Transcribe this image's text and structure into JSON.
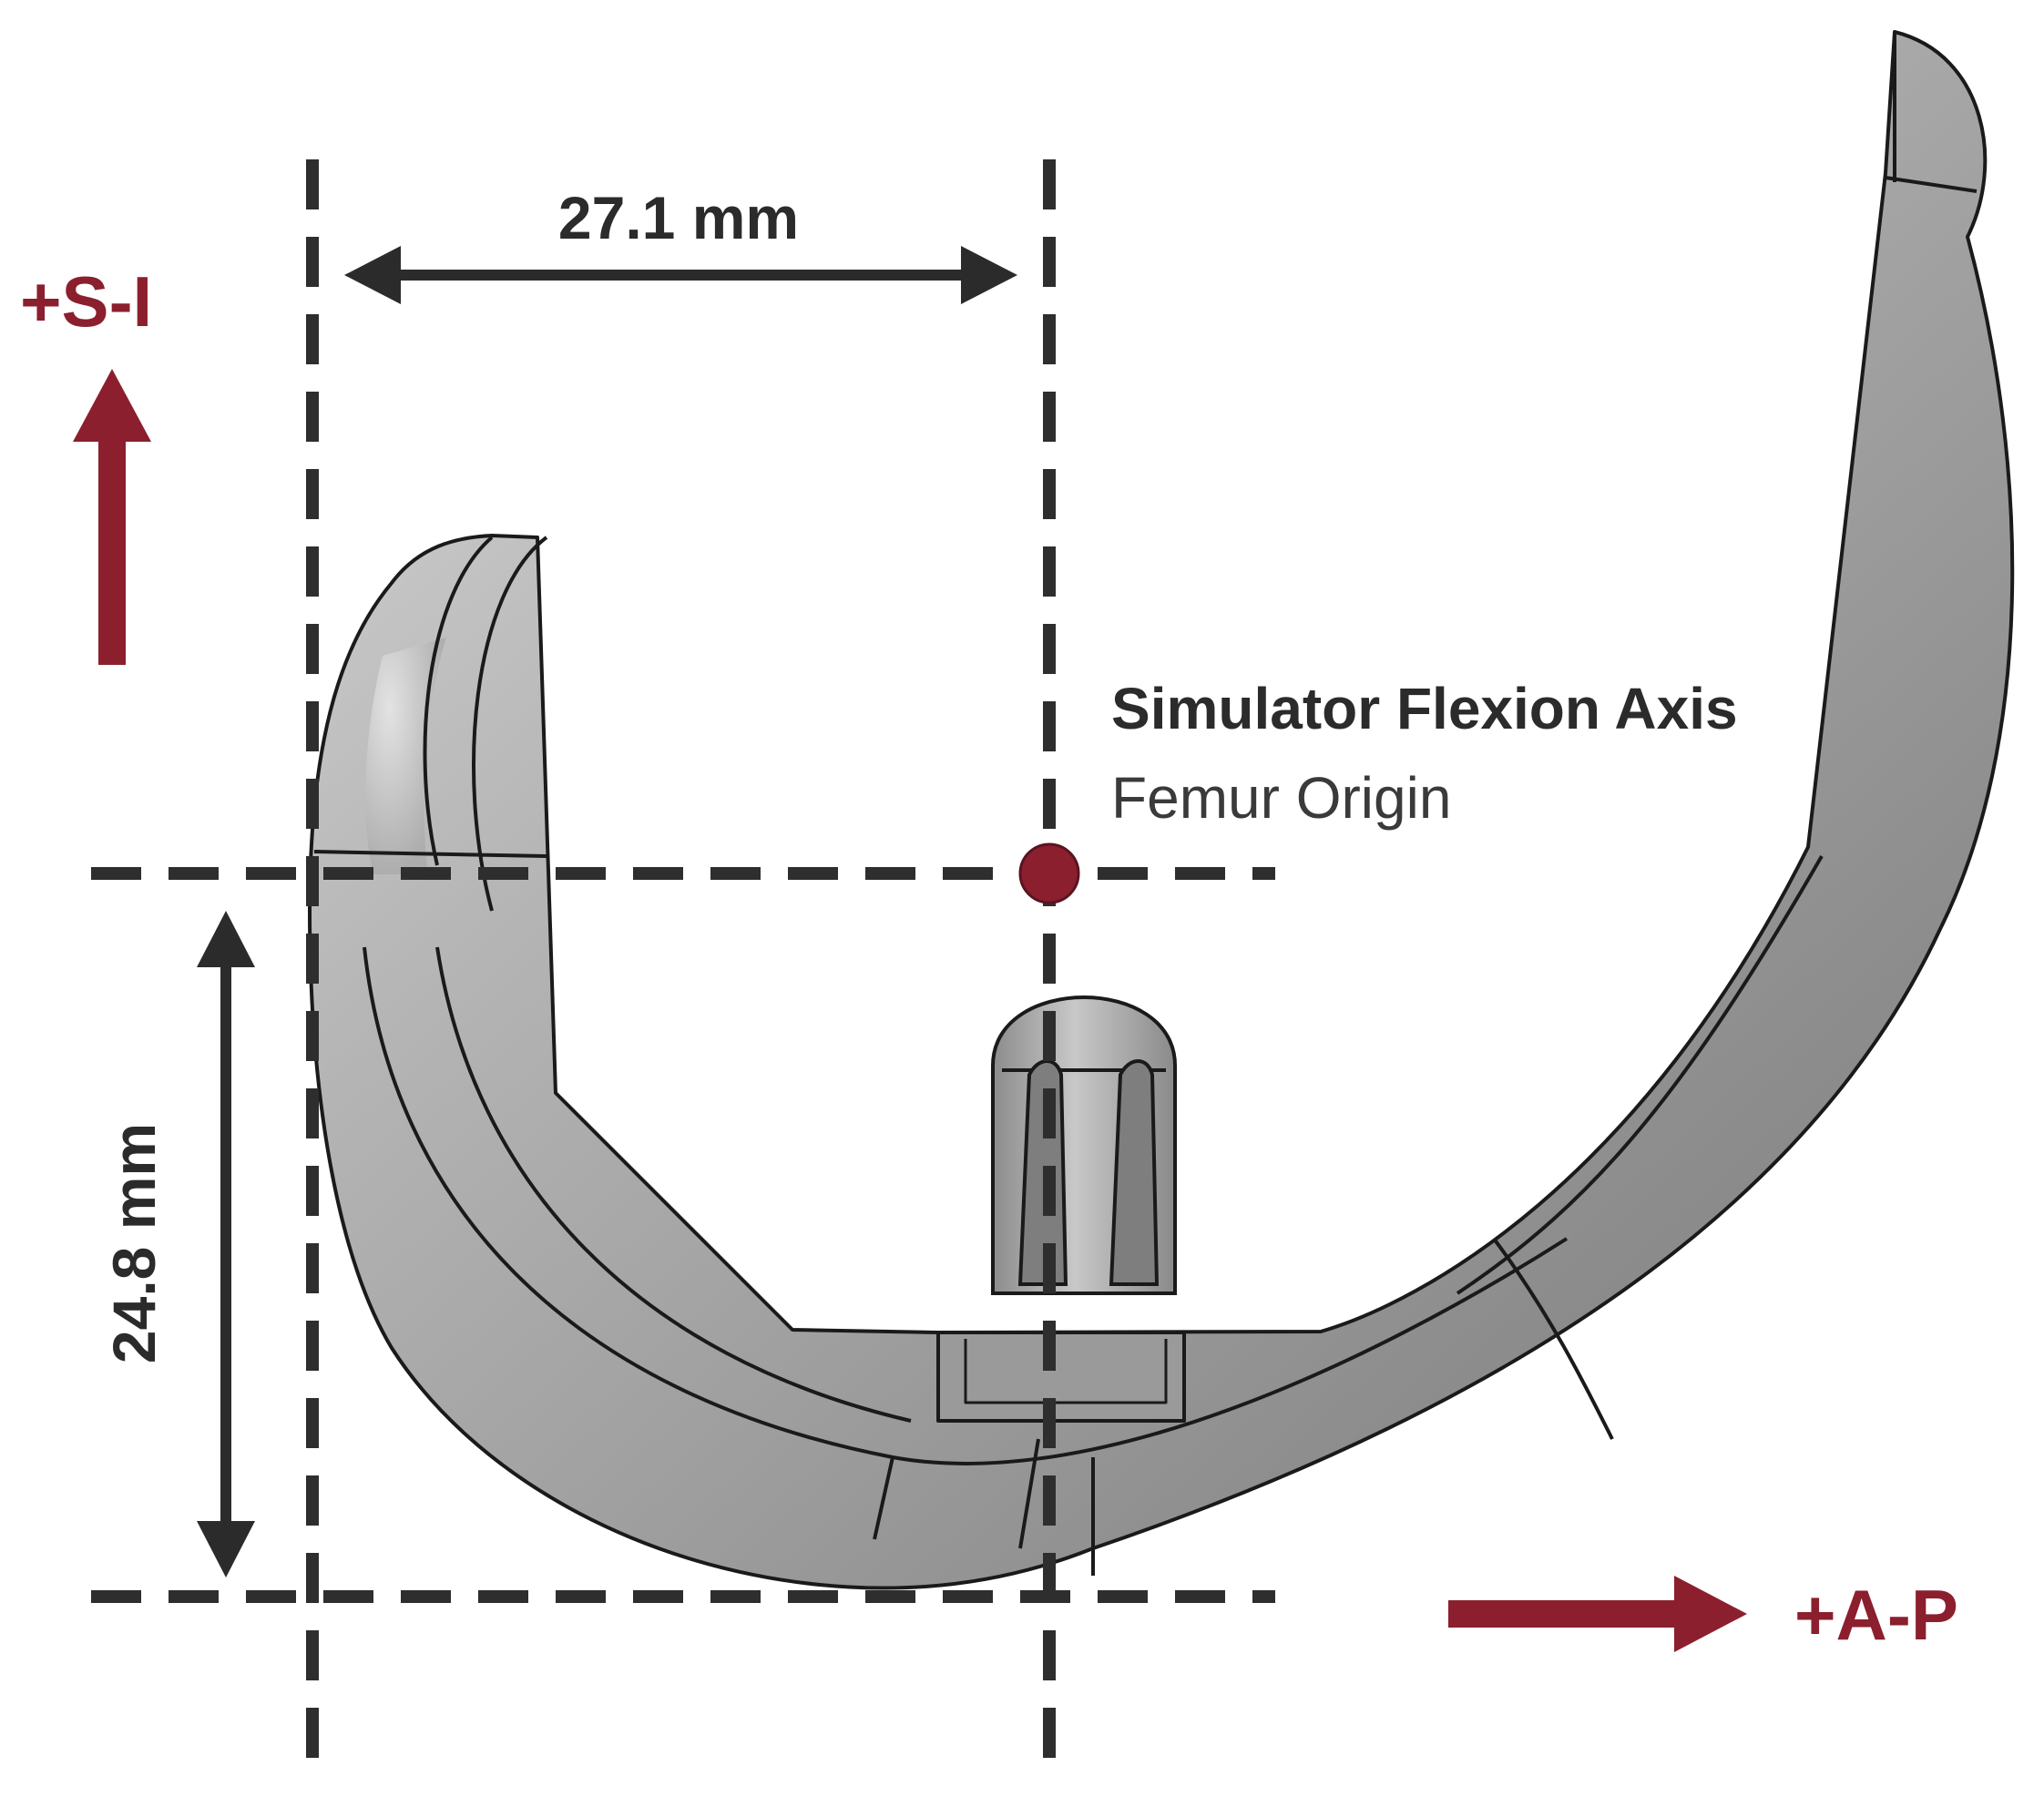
{
  "colors": {
    "accent": "#8b1f2e",
    "guide": "#2e2e2e",
    "implant_fill": "#a9a9a9",
    "implant_edge": "#1a1a1a"
  },
  "dimensions": {
    "horizontal": "27.1 mm",
    "vertical": "24.8 mm"
  },
  "axes": {
    "superior_inferior": "+S-I",
    "anterior_posterior": "+A-P"
  },
  "origin": {
    "title": "Simulator Flexion Axis",
    "subtitle": "Femur Origin"
  },
  "icons": {
    "si_arrow": "arrow-up-icon",
    "ap_arrow": "arrow-right-icon"
  }
}
